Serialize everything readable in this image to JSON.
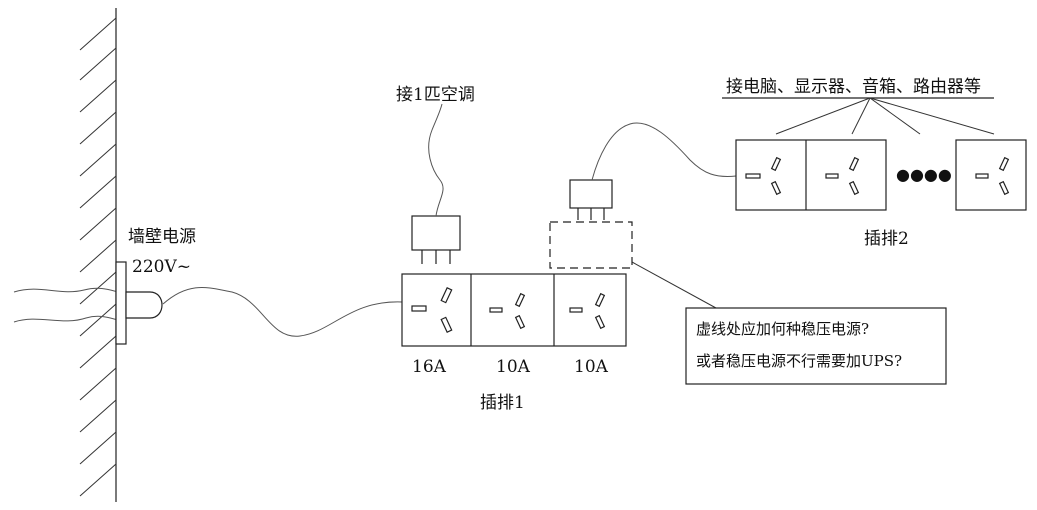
{
  "labels": {
    "wall_power": "墙壁电源",
    "voltage": "220V~",
    "ac_note": "接1匹空调",
    "strip1_ratings": [
      "16A",
      "10A",
      "10A"
    ],
    "strip1_name": "插排1",
    "devices_note": "接电脑、显示器、音箱、路由器等",
    "strip2_name": "插排2",
    "ellipsis": "●●●●",
    "question_line1": "虚线处应加何种稳压电源?",
    "question_line2": "或者稳压电源不行需要加UPS?"
  }
}
